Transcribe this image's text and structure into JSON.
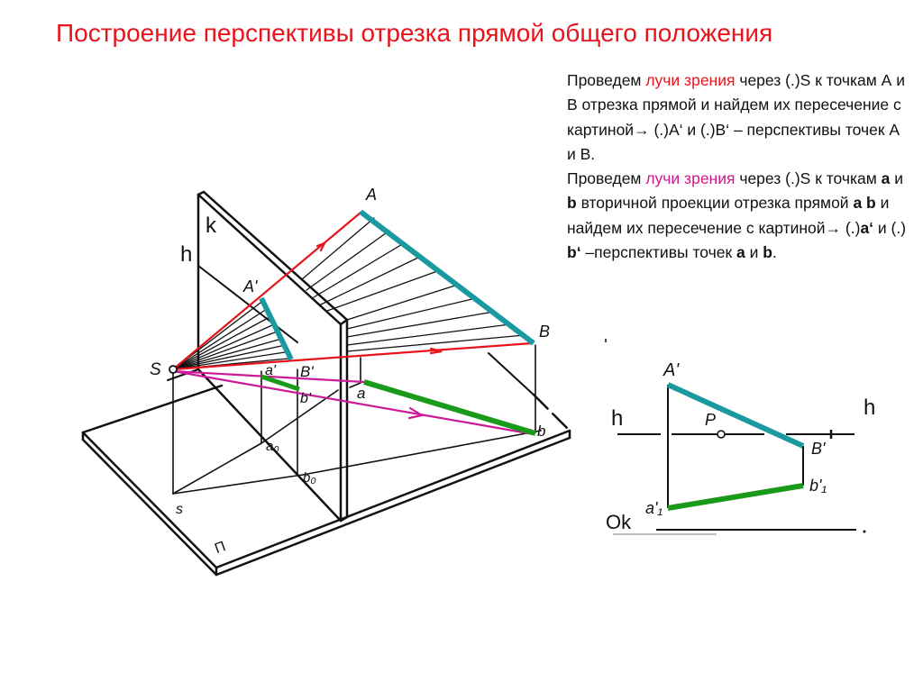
{
  "title": "Построение перспективы отрезка прямой общего положения",
  "description": {
    "p1": {
      "t1": "Проведем ",
      "hl": "лучи зрения",
      "t2": " через (.)S к точкам А и В отрезка прямой и найдем их пересечение с картиной→ (.)А‘ и (.)В‘ – перспективы точек А и В."
    },
    "p2": {
      "t1": "Проведем ",
      "hl": "лучи зрения",
      "t2": " через (.)S к точкам ",
      "a": "a",
      "t3": " и ",
      "b": "b",
      "t4": " вторичной проекции отрезка прямой ",
      "ab": "a b",
      "t5": " и найдем их пересечение с картиной→ (.)",
      "a2": "a‘",
      "t6": " и (.) ",
      "b2": "b‘",
      "t7": " –перспективы точек ",
      "a3": "a",
      "t8": " и ",
      "b3": "b",
      "t9": "."
    }
  },
  "colors": {
    "title": "#e8141c",
    "ray_red": "#e8141c",
    "ray_magenta": "#cc1a99",
    "segment_teal": "#1a9aa0",
    "segment_green": "#1a9a1a",
    "line": "#111111"
  },
  "diagram_3d": {
    "labels": {
      "K": "k",
      "h": "h",
      "S": "S",
      "s": "s",
      "A": "A",
      "B": "B",
      "A_prime": "A'",
      "B_prime": "B'",
      "a": "a",
      "b": "b",
      "a_prime": "a'",
      "b_prime": "b'",
      "a0": "a₀",
      "b0": "b₀",
      "P_plane": "П"
    }
  },
  "diagram_2d": {
    "labels": {
      "A_prime": "A'",
      "B_prime": "B'",
      "P": "P",
      "h_left": "h",
      "h_right": "h",
      "a1_prime": "a'₁",
      "b1_prime": "b'₁",
      "Ok": "Ok"
    }
  }
}
